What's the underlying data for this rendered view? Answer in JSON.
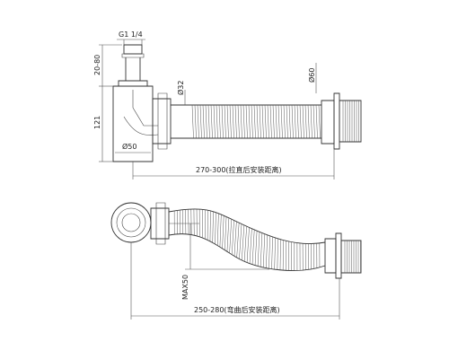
{
  "labels": {
    "thread": "G1 1/4",
    "adjust_height": "20-80",
    "height_121": "121",
    "dia32": "Ø32",
    "dia50": "Ø50",
    "dia60": "Ø60",
    "straight_length": "270-300(拉直后安装距离)",
    "max50": "MAX50",
    "bent_length": "250-280(弯曲后安装距离)"
  }
}
